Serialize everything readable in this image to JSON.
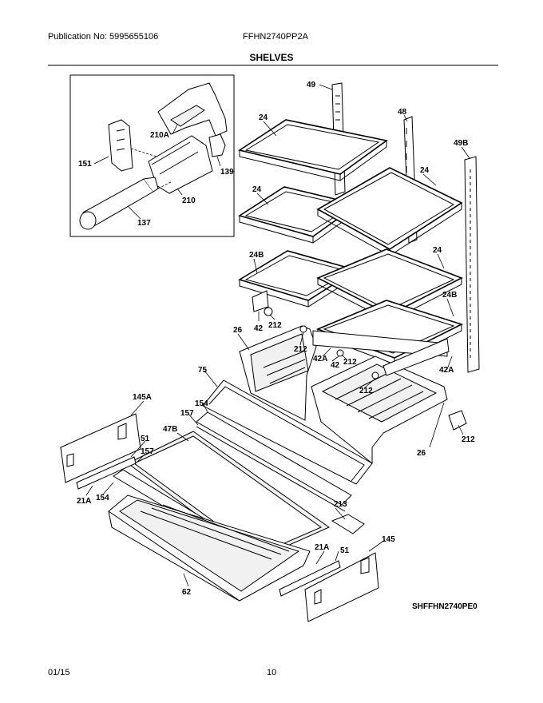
{
  "header": {
    "publication": "Publication No: 5995655106",
    "model": "FFHN2740PP2A",
    "section_title": "SHELVES"
  },
  "diagram": {
    "reference_code": "SHFFHN2740PE0",
    "part_labels": {
      "p49": "49",
      "p48": "48",
      "p49b": "49B",
      "p24a": "24",
      "p24b": "24",
      "p24c": "24",
      "p24d": "24",
      "p24ba": "24B",
      "p24bb": "24B",
      "p42": "42",
      "p42b": "42",
      "p42a1": "42A",
      "p42a2": "42A",
      "p212a": "212",
      "p212b": "212",
      "p212c": "212",
      "p212d": "212",
      "p212e": "212",
      "p26a": "26",
      "p26b": "26",
      "p75": "75",
      "p154a": "154",
      "p154b": "154",
      "p157a": "157",
      "p157b": "157",
      "p145a": "145A",
      "p145": "145",
      "p47b": "47B",
      "p51a": "51",
      "p51b": "51",
      "p21aa": "21A",
      "p21ab": "21A",
      "p213": "213",
      "p62": "62",
      "p210a": "210A",
      "p210": "210",
      "p151": "151",
      "p139": "139",
      "p137": "137"
    }
  },
  "footer": {
    "date": "01/15",
    "page": "10"
  }
}
